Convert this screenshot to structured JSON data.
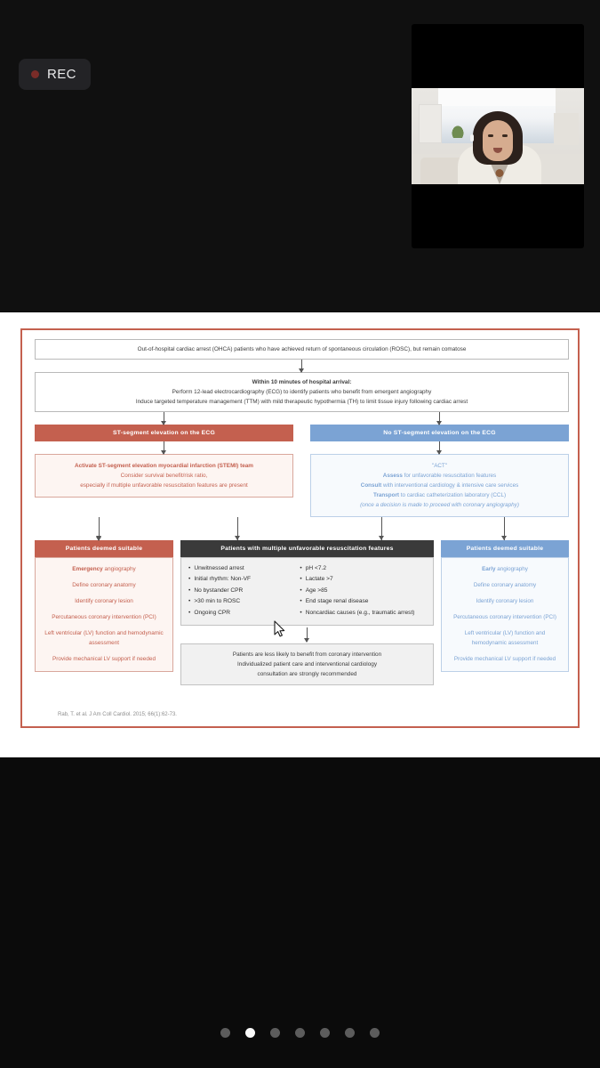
{
  "recorder": {
    "label": "REC",
    "dot_color": "#7a2c28"
  },
  "video": {
    "pip_name": "presenter-webcam"
  },
  "slide": {
    "top_box": "Out-of-hospital cardiac arrest (OHCA) patients who have achieved return of spontaneous circulation (ROSC), but remain comatose",
    "second_box": {
      "heading": "Within 10 minutes of hospital arrival:",
      "line1": "Perform 12-lead electrocardiography (ECG) to identify patients who benefit from emergent angiography",
      "line2": "Induce targeted temperature management (TTM) with mild therapeutic hypothermia (TH) to limit tissue injury following cardiac arrest"
    },
    "branch_left_header": "ST-segment elevation on the ECG",
    "branch_right_header": "No ST-segment elevation on the ECG",
    "stemi_box": {
      "title": "Activate ST-segment elevation myocardial infarction (STEMI) team",
      "line1": "Consider survival benefit/risk ratio,",
      "line2": "especially if multiple unfavorable resuscitation features are present"
    },
    "act_box": {
      "title": "\"ACT\"",
      "assess_lead": "Assess",
      "assess_rest": " for unfavorable resuscitation features",
      "consult_lead": "Consult",
      "consult_rest": " with interventional cardiology & intensive care services",
      "transport_lead": "Transport",
      "transport_rest": " to cardiac catheterization laboratory (CCL)",
      "note": "(once a decision is made to proceed with coronary angiography)"
    },
    "left_suitable": {
      "header": "Patients deemed suitable",
      "items": [
        {
          "lead": "Emergency",
          "rest": " angiography"
        },
        {
          "lead": "",
          "rest": "Define coronary anatomy"
        },
        {
          "lead": "",
          "rest": "Identify coronary lesion"
        },
        {
          "lead": "",
          "rest": "Percutaneous coronary intervention (PCI)"
        },
        {
          "lead": "",
          "rest": "Left ventricular (LV) function and hemodynamic assessment"
        },
        {
          "lead": "",
          "rest": "Provide mechanical LV support if needed"
        }
      ]
    },
    "right_suitable": {
      "header": "Patients deemed suitable",
      "items": [
        {
          "lead": "Early",
          "rest": " angiography"
        },
        {
          "lead": "",
          "rest": "Define coronary anatomy"
        },
        {
          "lead": "",
          "rest": "Identify coronary lesion"
        },
        {
          "lead": "",
          "rest": "Percutaneous coronary intervention (PCI)"
        },
        {
          "lead": "",
          "rest": "Left ventricular (LV) function and hemodynamic assessment"
        },
        {
          "lead": "",
          "rest": "Provide mechanical LV support if needed"
        }
      ]
    },
    "unfavorable": {
      "header": "Patients with multiple unfavorable resuscitation features",
      "column_a": [
        "Unwitnessed arrest",
        "Initial rhythm: Non-VF",
        "No bystander CPR",
        ">30 min to ROSC",
        "Ongoing CPR"
      ],
      "column_b": [
        "pH <7.2",
        "Lactate >7",
        "Age >85",
        "End stage renal disease",
        "Noncardiac causes (e.g., traumatic arrest)"
      ]
    },
    "outcome_box": {
      "line1": "Patients are less likely to benefit from coronary intervention",
      "line2": "Individualized patient care and interventional cardiology",
      "line3": "consultation are strongly recommended"
    },
    "citation": "Rab, T. et al. J Am Coll Cardiol. 2015; 66(1):62-73.",
    "colors": {
      "red": "#c4604f",
      "blue": "#7ba3d4",
      "dark": "#3a3a3a"
    }
  },
  "pagination": {
    "total": 7,
    "active_index": 1
  }
}
